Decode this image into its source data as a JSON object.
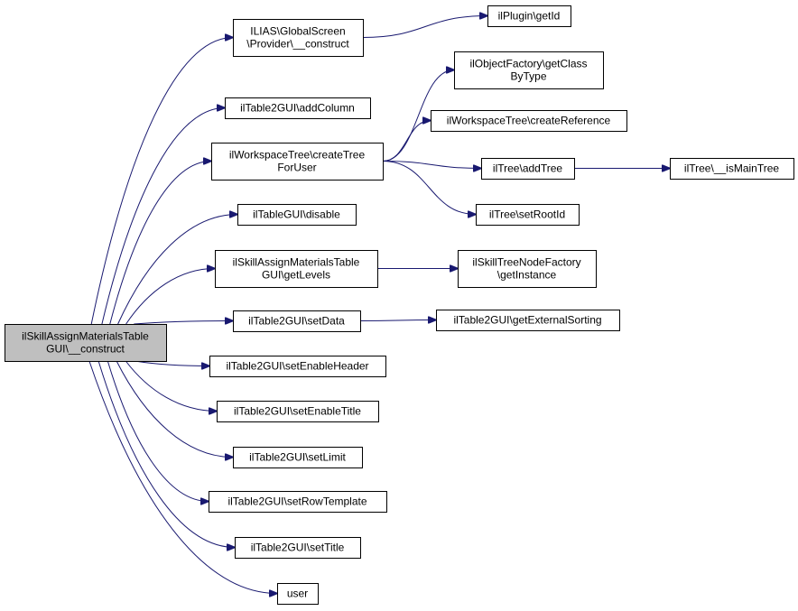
{
  "diagram": {
    "type": "call-graph",
    "colors": {
      "edge": "#191970",
      "node_border": "#000000",
      "node_fill": "#ffffff",
      "root_fill": "#bfbfbf"
    },
    "nodes": [
      {
        "id": "root",
        "lines": [
          "ilSkillAssignMaterialsTable",
          "GUI\\__construct"
        ],
        "root": true
      },
      {
        "id": "gsprov",
        "lines": [
          "ILIAS\\GlobalScreen",
          "\\Provider\\__construct"
        ]
      },
      {
        "id": "plugin",
        "lines": [
          "ilPlugin\\getId"
        ]
      },
      {
        "id": "objfac",
        "lines": [
          "ilObjectFactory\\getClass",
          "ByType"
        ]
      },
      {
        "id": "addcol",
        "lines": [
          "ilTable2GUI\\addColumn"
        ]
      },
      {
        "id": "wscreateref",
        "lines": [
          "ilWorkspaceTree\\createReference"
        ]
      },
      {
        "id": "wscreatetree",
        "lines": [
          "ilWorkspaceTree\\createTree",
          "ForUser"
        ]
      },
      {
        "id": "addtree",
        "lines": [
          "ilTree\\addTree"
        ]
      },
      {
        "id": "ismain",
        "lines": [
          "ilTree\\__isMainTree"
        ]
      },
      {
        "id": "setroot",
        "lines": [
          "ilTree\\setRootId"
        ]
      },
      {
        "id": "disable",
        "lines": [
          "ilTableGUI\\disable"
        ]
      },
      {
        "id": "getlevels",
        "lines": [
          "ilSkillAssignMaterialsTable",
          "GUI\\getLevels"
        ]
      },
      {
        "id": "nodefac",
        "lines": [
          "ilSkillTreeNodeFactory",
          "\\getInstance"
        ]
      },
      {
        "id": "setdata",
        "lines": [
          "ilTable2GUI\\setData"
        ]
      },
      {
        "id": "extsort",
        "lines": [
          "ilTable2GUI\\getExternalSorting"
        ]
      },
      {
        "id": "enhdr",
        "lines": [
          "ilTable2GUI\\setEnableHeader"
        ]
      },
      {
        "id": "entitle",
        "lines": [
          "ilTable2GUI\\setEnableTitle"
        ]
      },
      {
        "id": "limit",
        "lines": [
          "ilTable2GUI\\setLimit"
        ]
      },
      {
        "id": "rowtpl",
        "lines": [
          "ilTable2GUI\\setRowTemplate"
        ]
      },
      {
        "id": "title",
        "lines": [
          "ilTable2GUI\\setTitle"
        ]
      },
      {
        "id": "user",
        "lines": [
          "user"
        ]
      }
    ],
    "edges": [
      [
        "root",
        "gsprov"
      ],
      [
        "root",
        "addcol"
      ],
      [
        "root",
        "wscreatetree"
      ],
      [
        "root",
        "disable"
      ],
      [
        "root",
        "getlevels"
      ],
      [
        "root",
        "setdata"
      ],
      [
        "root",
        "enhdr"
      ],
      [
        "root",
        "entitle"
      ],
      [
        "root",
        "limit"
      ],
      [
        "root",
        "rowtpl"
      ],
      [
        "root",
        "title"
      ],
      [
        "root",
        "user"
      ],
      [
        "gsprov",
        "plugin"
      ],
      [
        "wscreatetree",
        "objfac"
      ],
      [
        "wscreatetree",
        "wscreateref"
      ],
      [
        "wscreatetree",
        "addtree"
      ],
      [
        "wscreatetree",
        "setroot"
      ],
      [
        "addtree",
        "ismain"
      ],
      [
        "getlevels",
        "nodefac"
      ],
      [
        "setdata",
        "extsort"
      ]
    ]
  }
}
